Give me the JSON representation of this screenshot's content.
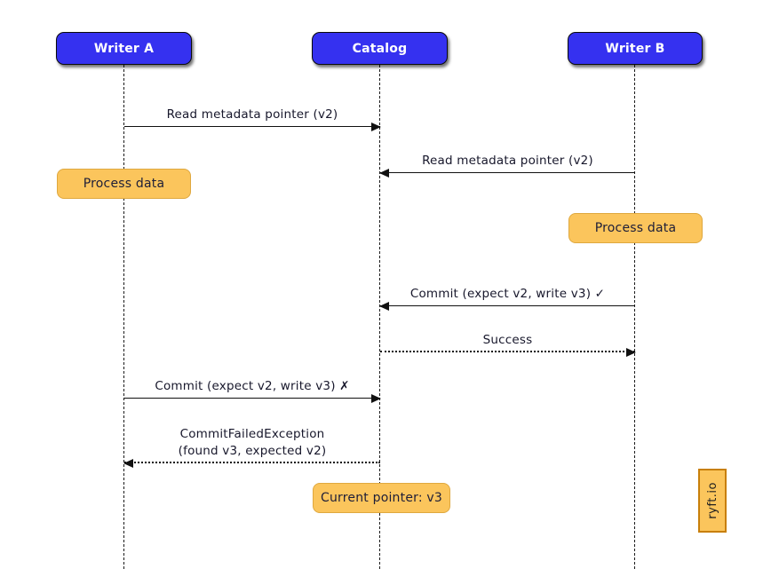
{
  "diagram": {
    "type": "sequence-diagram",
    "actors": [
      {
        "id": "writer-a",
        "label": "Writer A"
      },
      {
        "id": "catalog",
        "label": "Catalog"
      },
      {
        "id": "writer-b",
        "label": "Writer B"
      }
    ],
    "messages": [
      {
        "from": "writer-a",
        "to": "catalog",
        "style": "solid",
        "label": "Read metadata pointer (v2)"
      },
      {
        "from": "writer-b",
        "to": "catalog",
        "style": "solid",
        "label": "Read metadata pointer (v2)"
      },
      {
        "from": "writer-b",
        "to": "catalog",
        "style": "solid",
        "label": "Commit (expect v2, write v3) ✓"
      },
      {
        "from": "catalog",
        "to": "writer-b",
        "style": "dotted",
        "label": "Success"
      },
      {
        "from": "writer-a",
        "to": "catalog",
        "style": "solid",
        "label": "Commit (expect v2, write v3) ✗"
      },
      {
        "from": "catalog",
        "to": "writer-a",
        "style": "dotted",
        "label": "CommitFailedException",
        "label2": "(found v3, expected v2)"
      }
    ],
    "notes": [
      {
        "actor": "writer-a",
        "label": "Process data"
      },
      {
        "actor": "writer-b",
        "label": "Process data"
      },
      {
        "actor": "catalog",
        "label": "Current pointer: v3"
      }
    ],
    "watermark": "ryft.io",
    "colors": {
      "actor_fill": "#3531f0",
      "actor_text": "#ffffff",
      "note_fill": "#fbc55c",
      "note_border": "#dfa83f",
      "watermark_border": "#c87f0a",
      "line": "#111111",
      "text": "#1e1e38",
      "background": "#ffffff"
    }
  }
}
